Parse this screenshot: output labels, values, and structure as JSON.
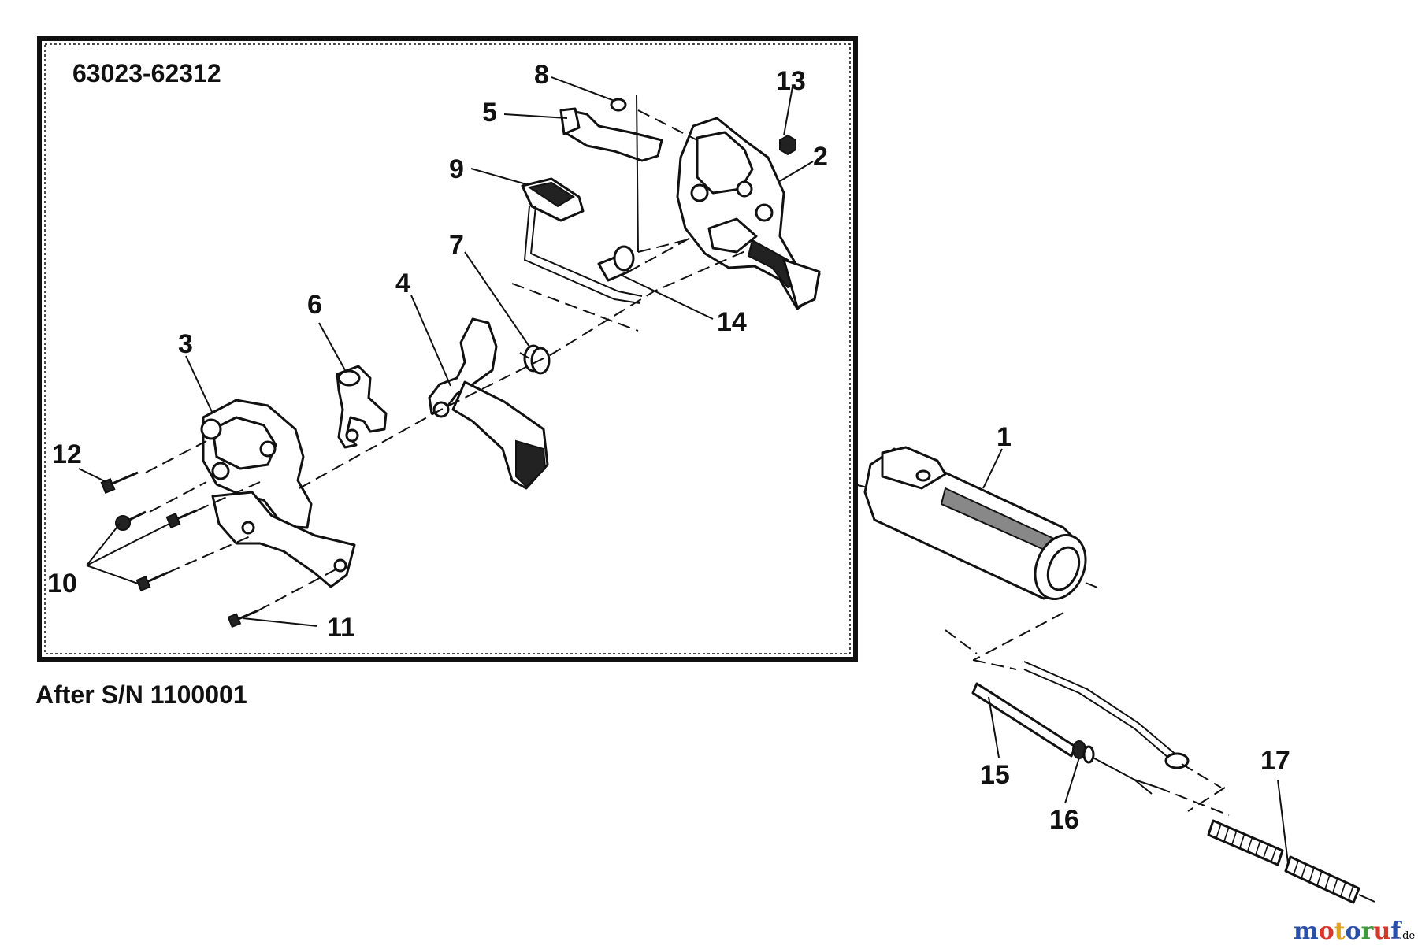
{
  "diagram": {
    "model_range": "63023-62312",
    "serial_note": "After S/N 1100001",
    "callouts": [
      "1",
      "2",
      "3",
      "4",
      "5",
      "6",
      "7",
      "8",
      "9",
      "10",
      "11",
      "12",
      "13",
      "14",
      "15",
      "16",
      "17"
    ]
  },
  "watermark": {
    "letters": [
      "m",
      "o",
      "t",
      "o",
      "r",
      "u",
      "f"
    ],
    "letter_colors": [
      "#2a4fa8",
      "#d8362a",
      "#e2a21a",
      "#2a4fa8",
      "#3d9a3a",
      "#d8362a",
      "#2a4fa8"
    ],
    "suffix": ".de"
  }
}
